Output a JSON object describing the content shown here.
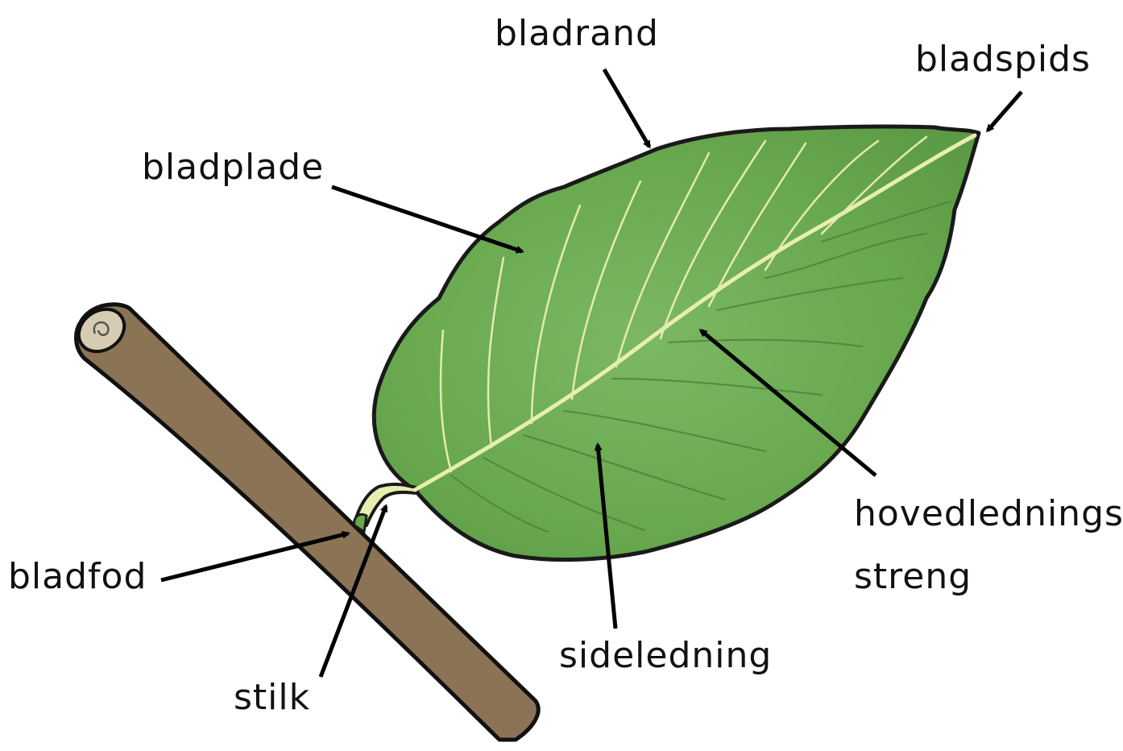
{
  "labels": {
    "bladrand": "bladrand",
    "bladspids": "bladspids",
    "bladplade": "bladplade",
    "hovedledningsstreng_line1": "hovedlednings-",
    "hovedledningsstreng_line2": "streng",
    "bladfod": "bladfod",
    "sideledning": "sideledning",
    "stilk": "stilk"
  },
  "colors": {
    "leaf_fill": "#6aa84f",
    "leaf_outline": "#1a1a1a",
    "vein": "#e8edb0",
    "twig_fill": "#8b7355",
    "twig_end": "#d8cbb3",
    "arrow": "#000000"
  }
}
